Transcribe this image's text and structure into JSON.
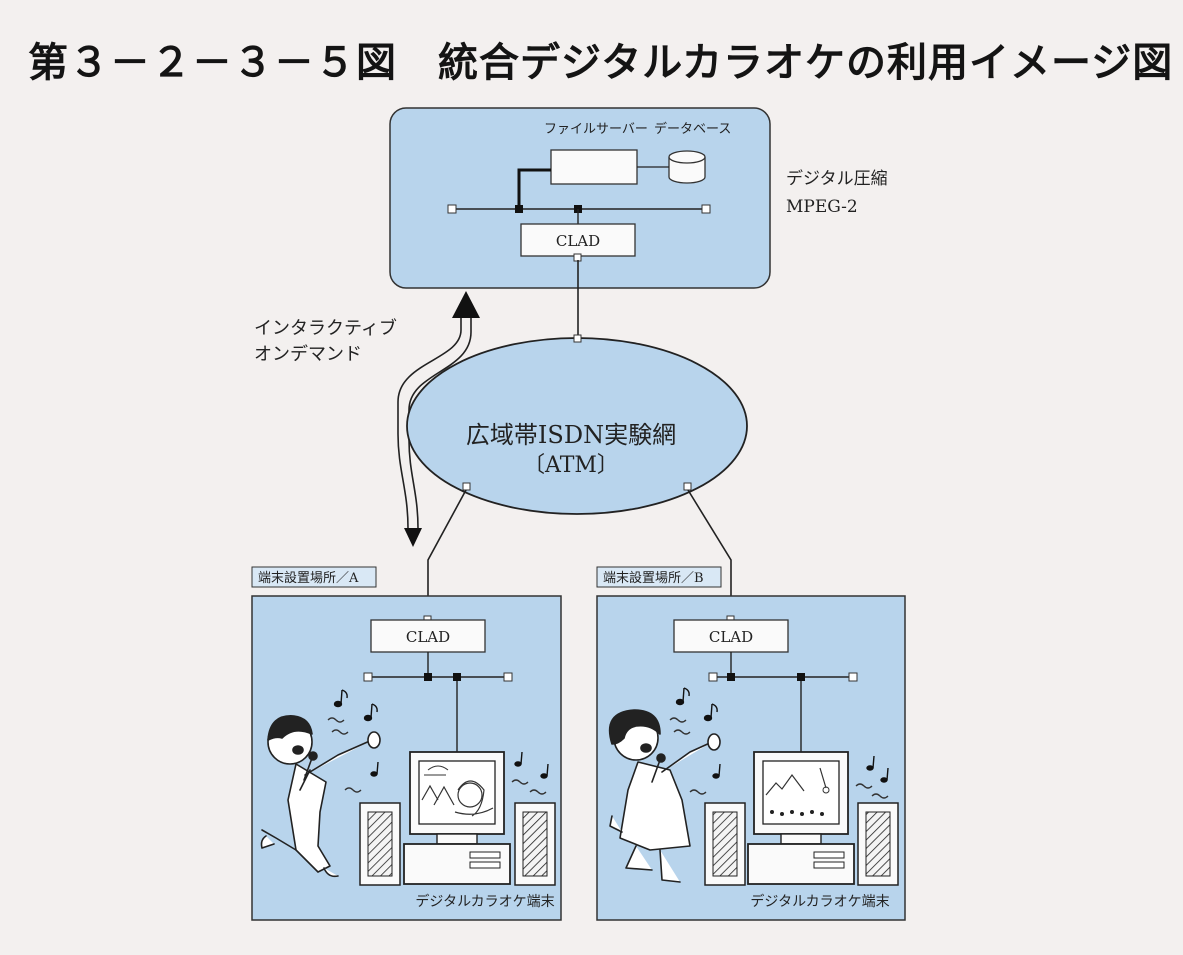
{
  "title": "第３－２－３－５図　統合デジタルカラオケの利用イメージ図",
  "server": {
    "file_server_label": "ファイルサーバー",
    "database_label": "データベース",
    "clad_label": "CLAD",
    "compression_line1": "デジタル圧縮",
    "compression_line2": "MPEG-2"
  },
  "interactive": {
    "line1": "インタラクティブ",
    "line2": "オンデマンド"
  },
  "network": {
    "line1": "広域帯ISDN実験網",
    "line2": "〔ATM〕"
  },
  "sites": [
    {
      "tag": "端末設置場所／A",
      "clad_label": "CLAD",
      "terminal_label": "デジタルカラオケ端末"
    },
    {
      "tag": "端末設置場所／B",
      "clad_label": "CLAD",
      "terminal_label": "デジタルカラオケ端末"
    }
  ],
  "colors": {
    "panel": "#b8d4ec",
    "ink": "#1a1a1a",
    "background": "#f3f0ef"
  }
}
